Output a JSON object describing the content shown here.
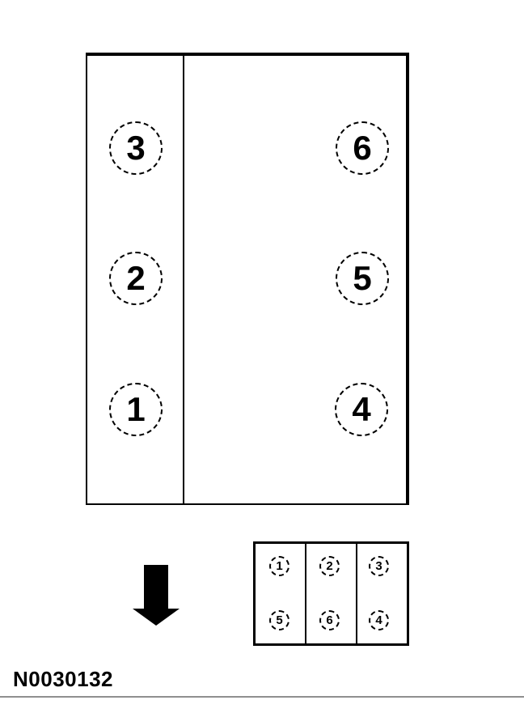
{
  "figure_id": "N0030132",
  "engine_block": {
    "left_bank_cylinders": [
      "3",
      "2",
      "1"
    ],
    "right_bank_cylinders": [
      "6",
      "5",
      "4"
    ]
  },
  "coil_pack": {
    "rows": [
      [
        "1",
        "2",
        "3"
      ],
      [
        "5",
        "6",
        "4"
      ]
    ]
  },
  "arrow": {
    "direction": "down"
  },
  "colors": {
    "line": "#000000",
    "footer_rule": "#8f8f8f",
    "background": "#ffffff"
  }
}
